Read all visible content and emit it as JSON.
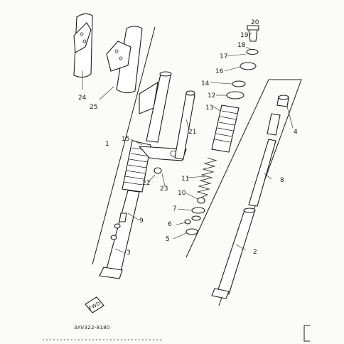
{
  "callouts": {
    "n1": "1",
    "n2": "2",
    "n3": "3",
    "n4": "4",
    "n5": "5",
    "n6": "6",
    "n7": "7",
    "n8": "8",
    "n9": "9",
    "n10": "10",
    "n11": "11",
    "n12": "12",
    "n13": "13",
    "n14": "14",
    "n15": "15",
    "n16": "16",
    "n17": "17",
    "n18": "18",
    "n19": "19",
    "n20": "20",
    "n21": "21",
    "n22": "22",
    "n23": "23",
    "n24": "24",
    "n25": "25"
  },
  "diagram_code": "3AV322-8180",
  "fwd_mark": "FWD",
  "colors": {
    "ink": "#1c1c1c",
    "paper": "#fbfbf9"
  }
}
